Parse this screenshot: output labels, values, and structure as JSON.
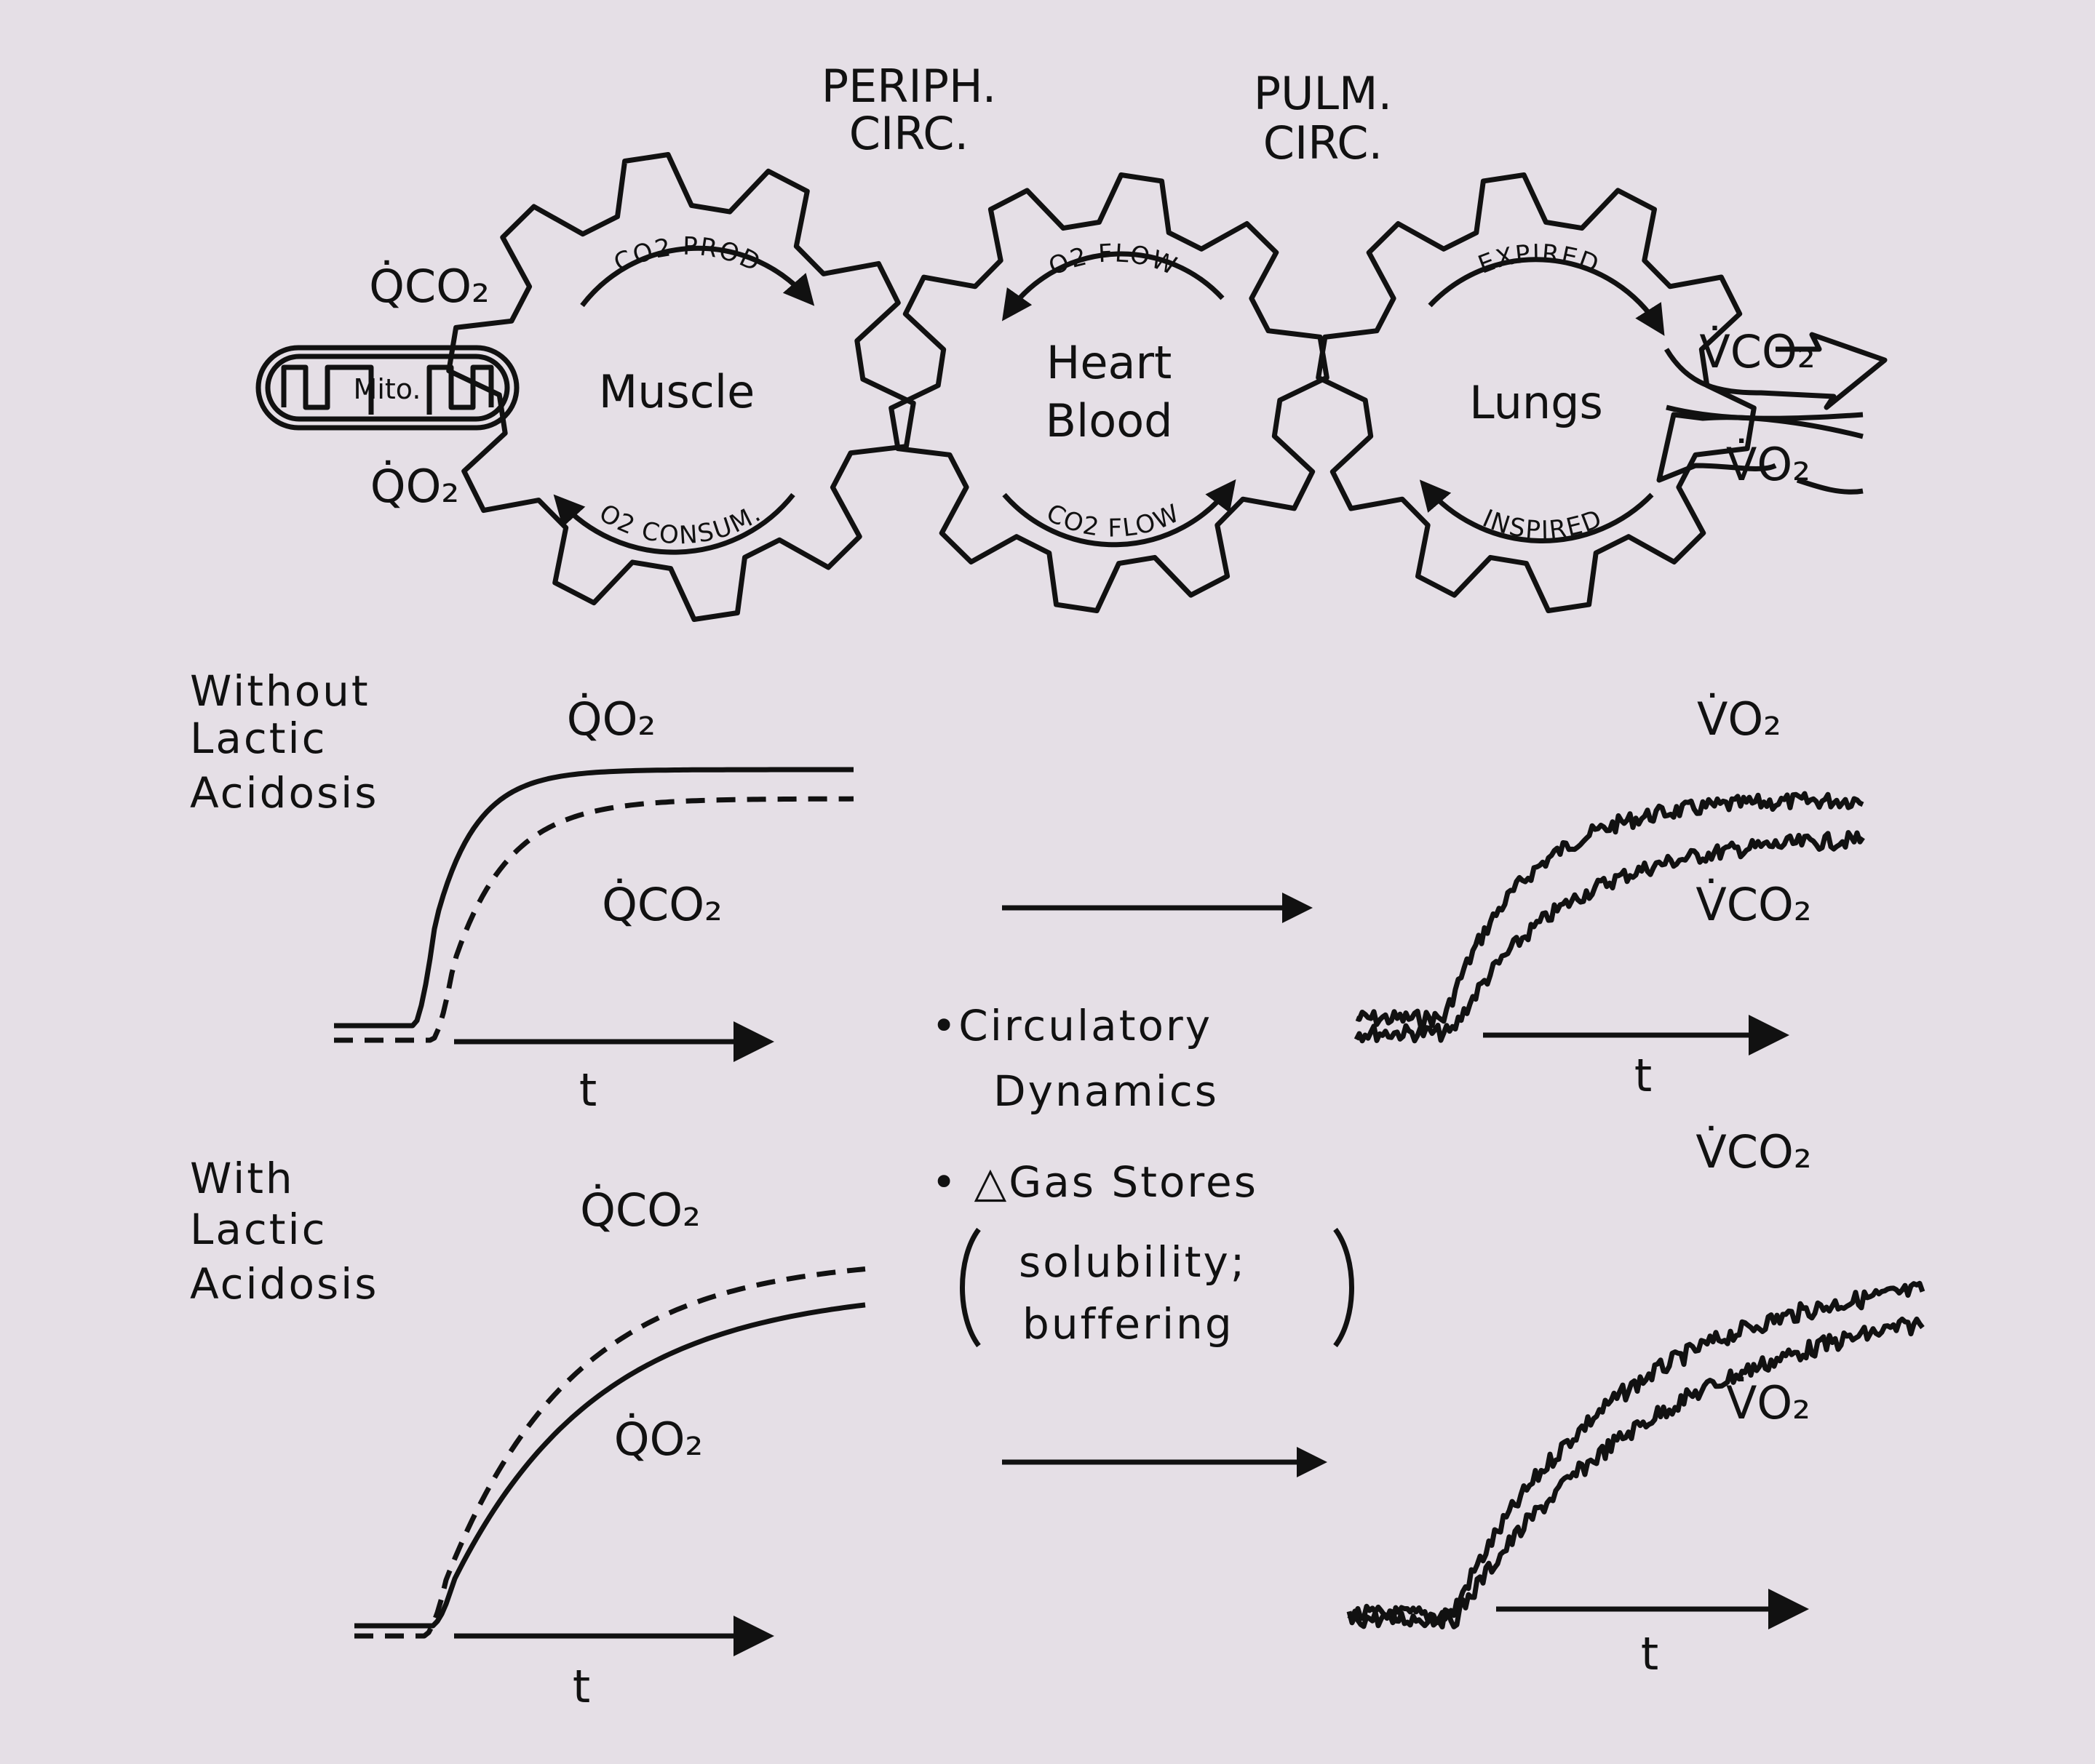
{
  "header": {
    "periph_line1": "PERIPH.",
    "periph_line2": "CIRC.",
    "pulm_line1": "PULM.",
    "pulm_line2": "CIRC."
  },
  "gears": {
    "muscle": {
      "label": "Muscle",
      "top_arc": "CO2 PROD",
      "bottom_arc": "O2 CONSUM."
    },
    "heart": {
      "label_line1": "Heart",
      "label_line2": "Blood",
      "top_arc": "O2 FLOW",
      "bottom_arc": "CO2 FLOW"
    },
    "lungs": {
      "label": "Lungs",
      "top_arc": "EXPIRED",
      "bottom_arc": "INSPIRED"
    }
  },
  "mito": "Mito.",
  "side_labels": {
    "qco2": "Q̇CO₂",
    "qo2": "Q̇O₂",
    "vco2": "V̇CO₂",
    "vo2": "V̇O₂"
  },
  "panel_without": {
    "title_line1": "Without",
    "title_line2": "Lactic",
    "title_line3": "Acidosis",
    "upper_curve_label": "Q̇O₂",
    "lower_curve_label": "Q̇CO₂",
    "time_label": "t",
    "right_upper_label": "V̇O₂",
    "right_lower_label": "V̇CO₂",
    "right_time_label": "t"
  },
  "middle": {
    "bullet1_line1": "•Circulatory",
    "bullet1_line2": "Dynamics",
    "bullet2_line1": "• △Gas Stores",
    "bullet2_paren_line1": "solubility;",
    "bullet2_paren_line2": "buffering"
  },
  "panel_with": {
    "title_line1": "With",
    "title_line2": "Lactic",
    "title_line3": "Acidosis",
    "upper_curve_label": "Q̇CO₂",
    "lower_curve_label": "Q̇O₂",
    "time_label": "t",
    "right_upper_label": "V̇CO₂",
    "right_lower_label": "V̇O₂",
    "right_time_label": "t"
  }
}
